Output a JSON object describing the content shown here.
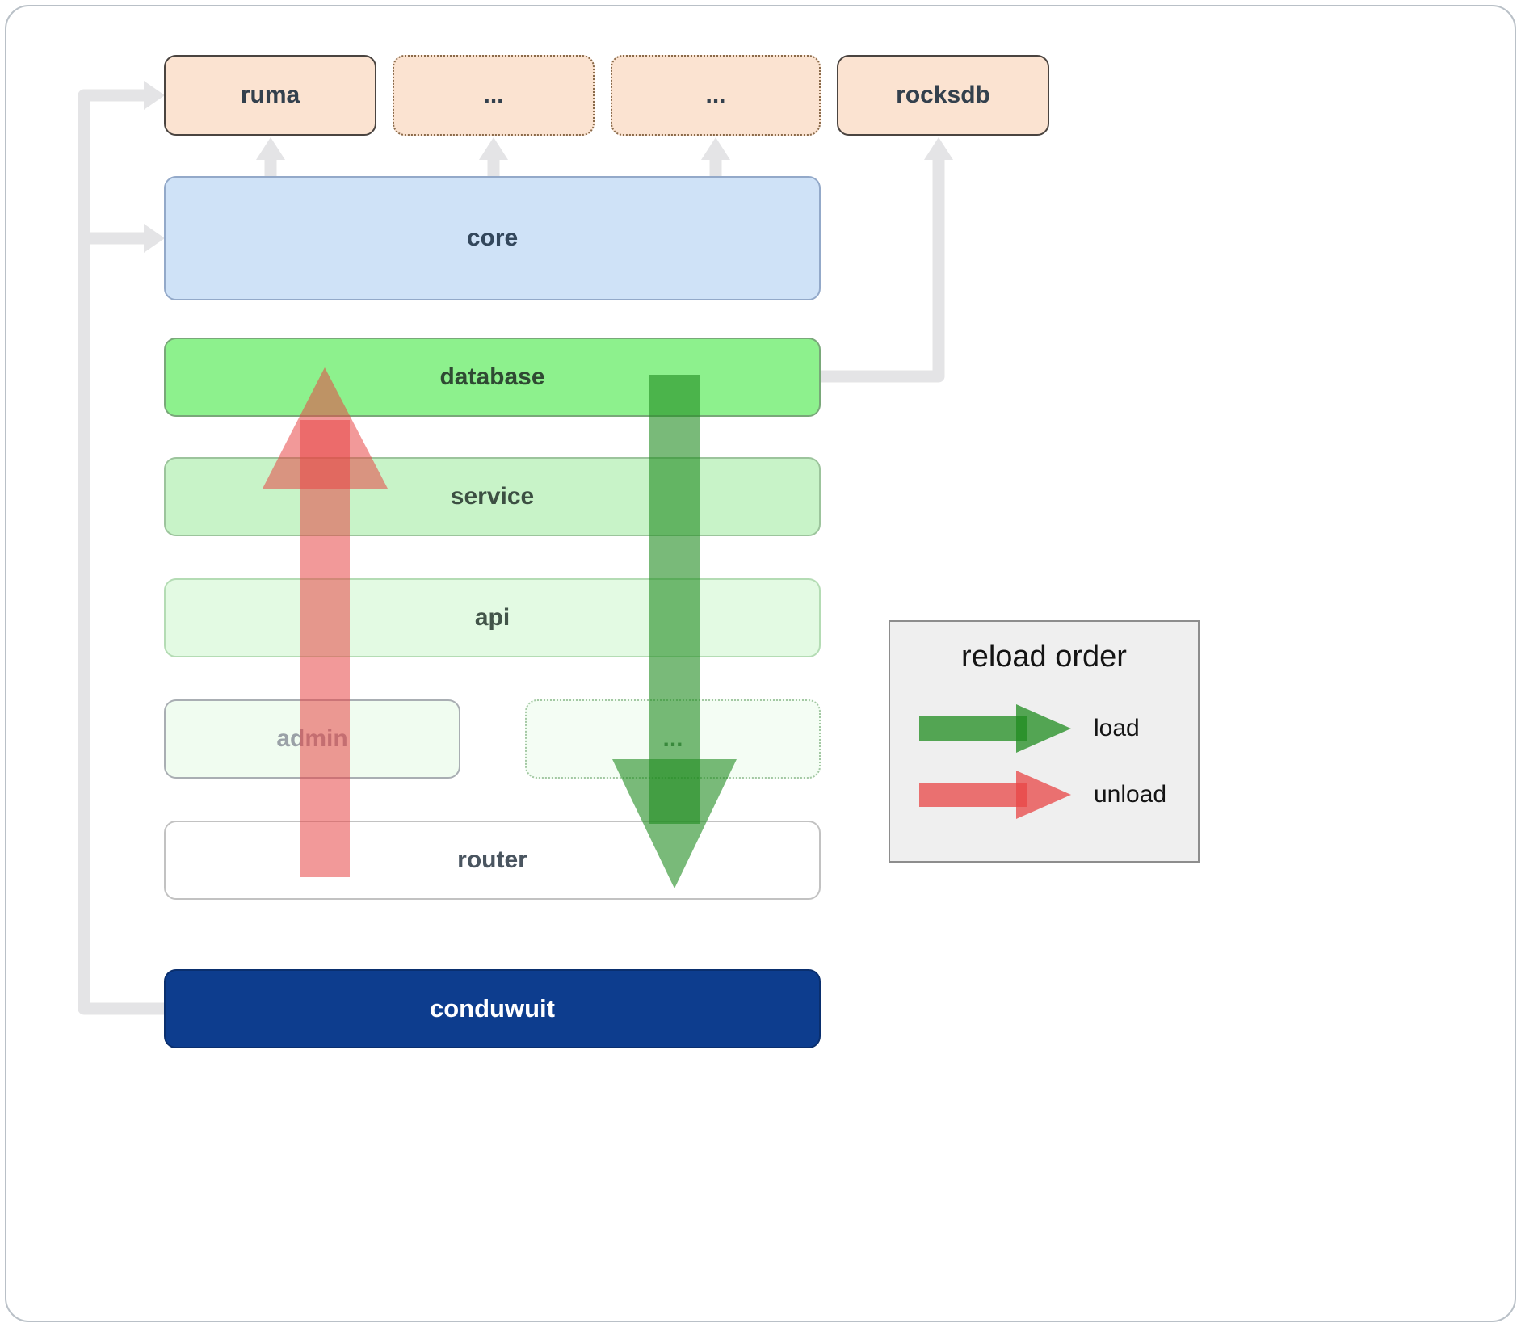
{
  "nodes": {
    "ruma": "ruma",
    "dep_a": "...",
    "dep_b": "...",
    "rocksdb": "rocksdb",
    "core": "core",
    "database": "database",
    "service": "service",
    "api": "api",
    "admin": "admin",
    "api_other": "...",
    "router": "router",
    "conduwuit": "conduwuit"
  },
  "legend": {
    "title": "reload order",
    "load_label": "load",
    "unload_label": "unload"
  },
  "colors": {
    "load": "#1f8c1f",
    "unload": "#e84545",
    "connector": "#e4e4e6",
    "conduwuit_bg": "#0d3d8e",
    "database_bg": "#8df18d",
    "core_bg": "#cfe2f7",
    "dependency_bg": "#fbe3d1"
  }
}
